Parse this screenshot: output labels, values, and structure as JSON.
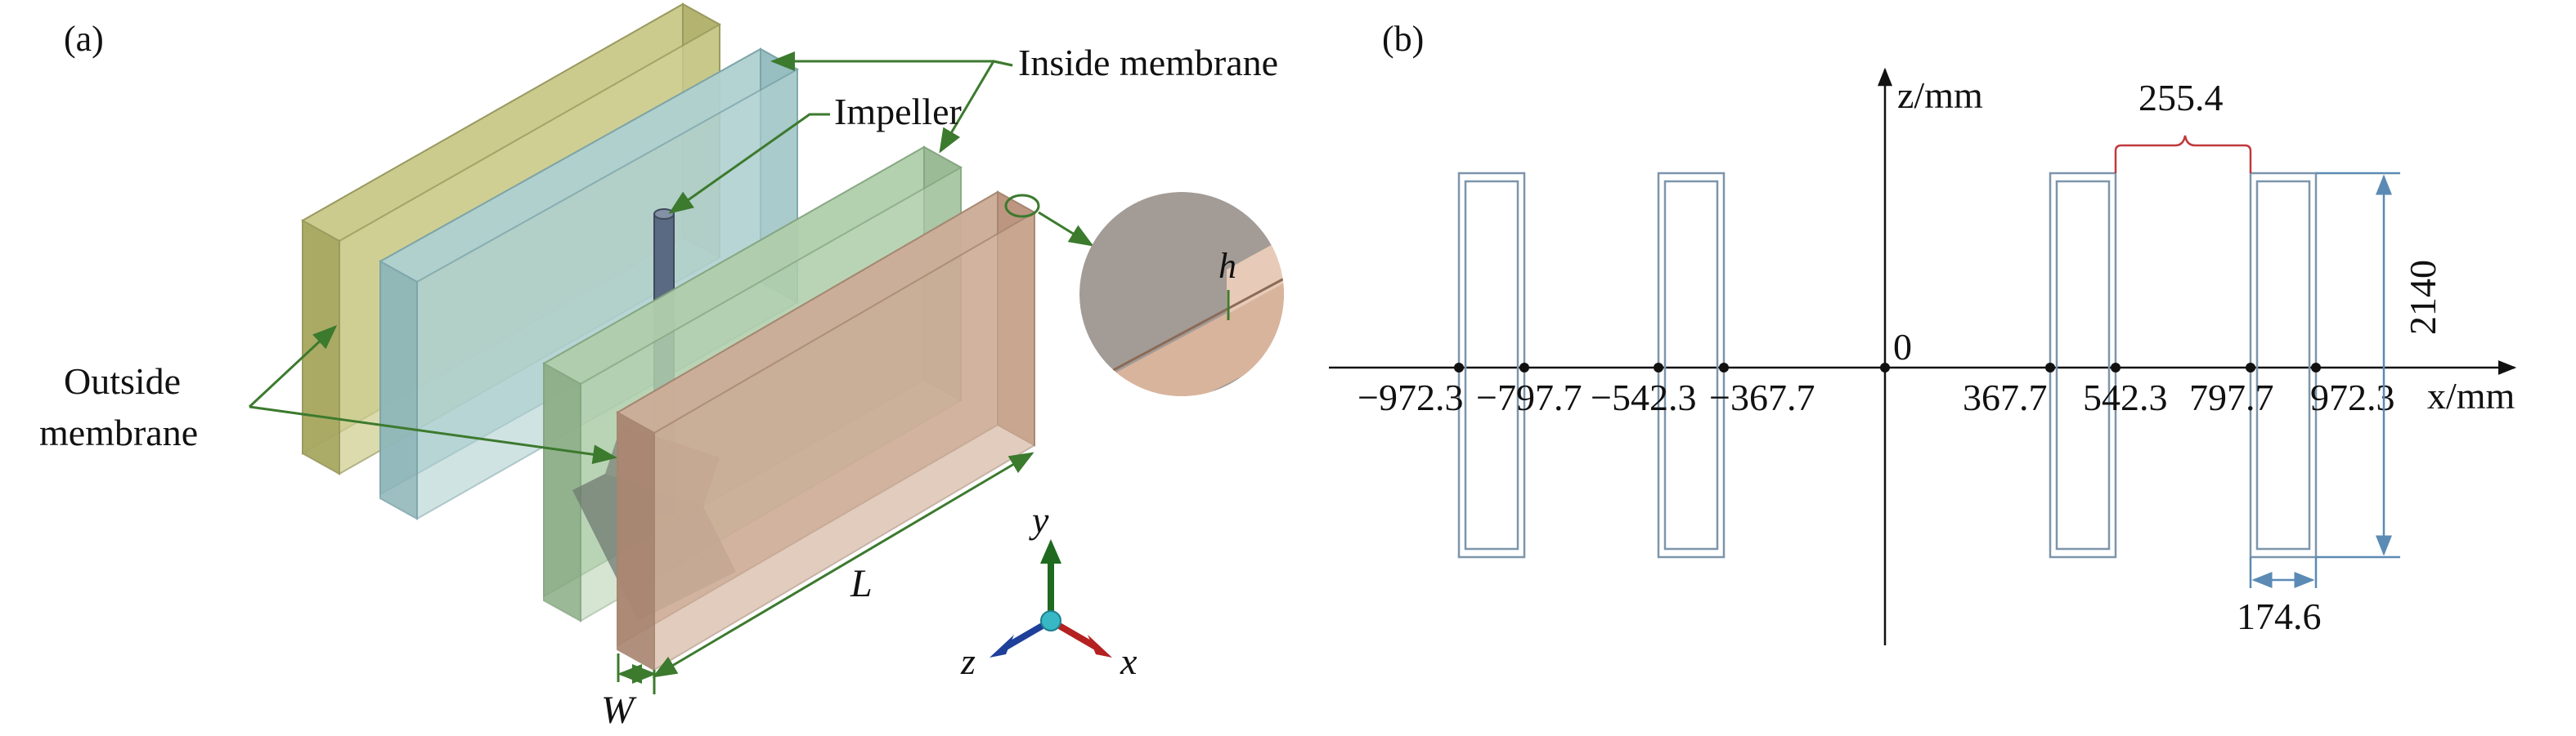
{
  "panel_a": {
    "tag": "(a)",
    "inside_membrane": "Inside membrane",
    "impeller": "Impeller",
    "outside_membrane_line1": "Outside",
    "outside_membrane_line2": "membrane",
    "h": "h",
    "L": "L",
    "W": "W",
    "axis_x": "x",
    "axis_y": "y",
    "axis_z": "z"
  },
  "panel_b": {
    "tag": "(b)",
    "z_label": "z/mm",
    "x_label": "x/mm",
    "origin": "0",
    "ticks": [
      "−972.3",
      "−797.7",
      "−542.3",
      "−367.7",
      "367.7",
      "542.3",
      "797.7",
      "972.3"
    ],
    "dim_gap": "255.4",
    "dim_height": "2140",
    "dim_width": "174.6"
  },
  "colors": {
    "outer_plate": "#c9c98a",
    "blue_plate": "#a9cccc",
    "green_plate": "#a9c9a5",
    "front_plate": "#c5a58f",
    "leader": "#3c7a2e",
    "rect_stroke": "#7d95ab",
    "brace": "#c0393b",
    "dim_line": "#5b8ab5"
  }
}
